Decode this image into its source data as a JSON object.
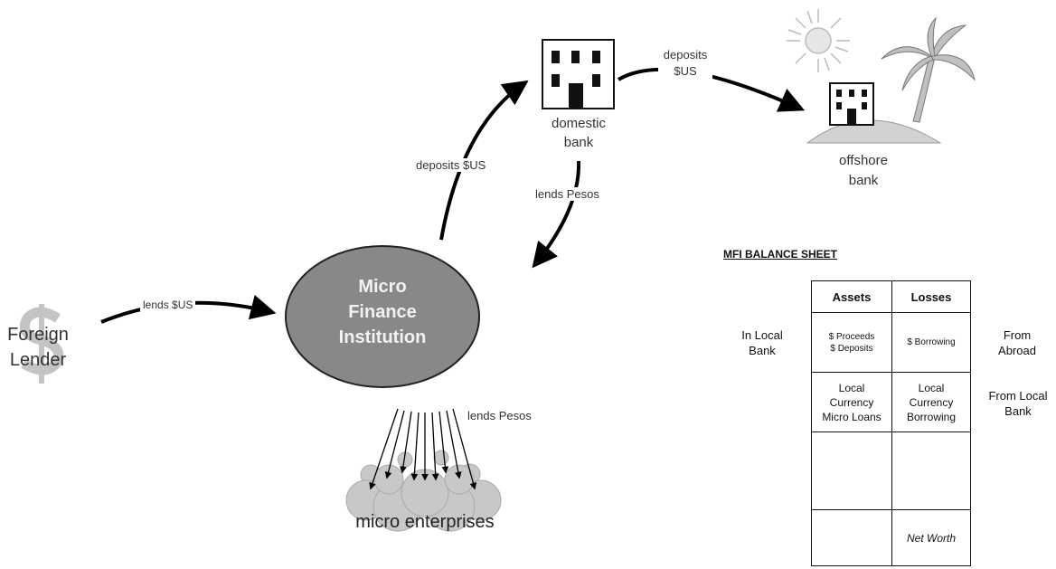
{
  "nodes": {
    "domestic_bank": "domestic\nbank",
    "offshore_bank": "offshore\nbank",
    "mfi": "Micro\nFinance\nInstitution",
    "foreign_lender": "Foreign\nLender",
    "micro_enterprises": "micro enterprises"
  },
  "edges": {
    "mfi_to_domestic": "deposits $US",
    "domestic_to_offshore": "deposits\n$US",
    "domestic_to_mfi": "lends Pesos",
    "foreign_to_mfi": "lends $US",
    "mfi_to_enterprises": "lends Pesos"
  },
  "balance_sheet": {
    "title": "MFI BALANCE SHEET",
    "headers": [
      "Assets",
      "Losses"
    ],
    "rows": [
      {
        "left_label": "In Local\nBank",
        "assets": "$ Proceeds\n$ Deposits",
        "losses": "$ Borrowing",
        "right_label": "From\nAbroad"
      },
      {
        "left_label": "",
        "assets": "Local\nCurrency\nMicro Loans",
        "losses": "Local\nCurrency\nBorrowing",
        "right_label": "From Local\nBank"
      },
      {
        "left_label": "",
        "assets": "",
        "losses": "",
        "right_label": ""
      },
      {
        "left_label": "",
        "assets": "",
        "losses": "Net Worth",
        "right_label": ""
      }
    ]
  }
}
